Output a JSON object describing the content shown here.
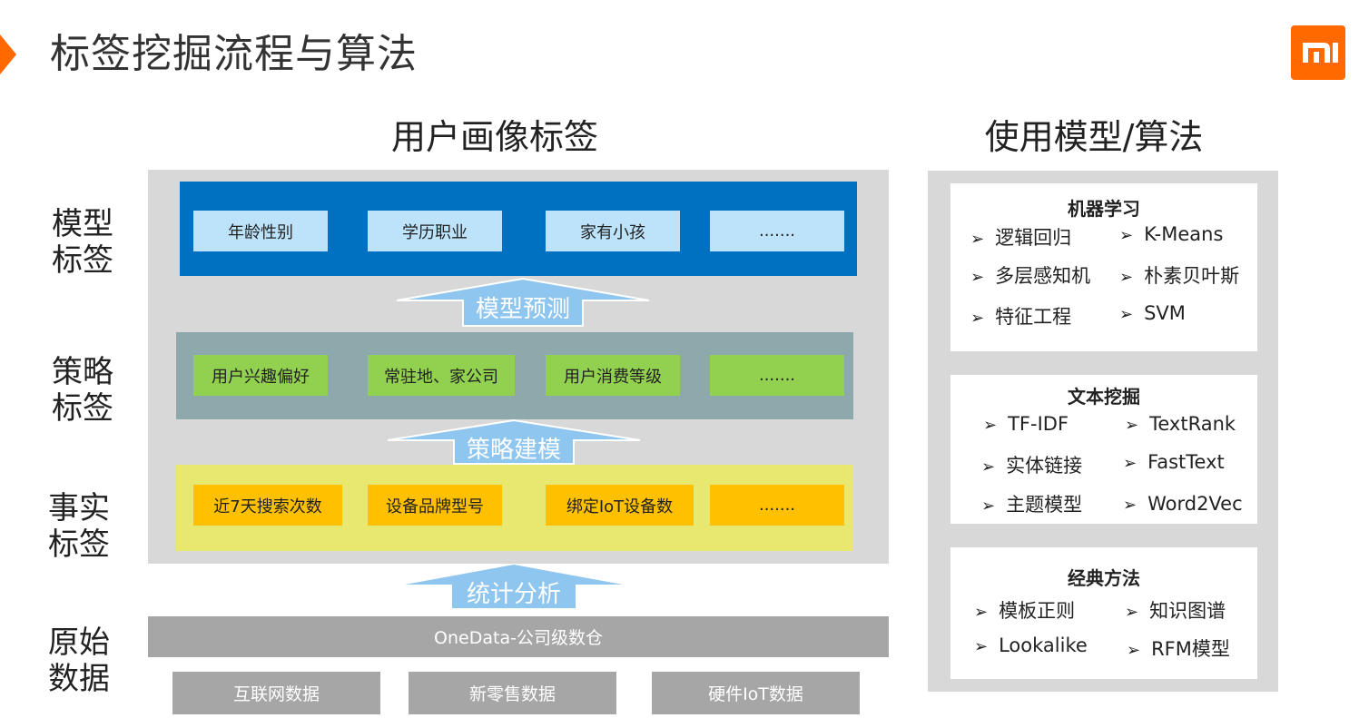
{
  "page": {
    "title": "标签挖掘流程与算法",
    "brand_color": "#ff6900"
  },
  "left": {
    "heading": "用户画像标签",
    "layers": {
      "model": {
        "label_line1": "模型",
        "label_line2": "标签",
        "color": "#0070c0",
        "box_color": "#bde3fb",
        "items": [
          "年龄性别",
          "学历职业",
          "家有小孩",
          "......."
        ]
      },
      "strategy": {
        "label_line1": "策略",
        "label_line2": "标签",
        "color": "#8ea9ab",
        "box_color": "#92d050",
        "items": [
          "用户兴趣偏好",
          "常驻地、家公司",
          "用户消费等级",
          "......."
        ]
      },
      "fact": {
        "label_line1": "事实",
        "label_line2": "标签",
        "color": "#e8e870",
        "box_color": "#ffc000",
        "items": [
          "近7天搜索次数",
          "设备品牌型号",
          "绑定IoT设备数",
          "......."
        ]
      },
      "raw": {
        "label_line1": "原始",
        "label_line2": "数据"
      }
    },
    "arrows": {
      "model_predict": "模型预测",
      "strategy_modeling": "策略建模",
      "stat_analysis": "统计分析"
    },
    "warehouse": "OneData-公司级数仓",
    "sources": [
      "互联网数据",
      "新零售数据",
      "硬件IoT数据"
    ]
  },
  "right": {
    "heading": "使用模型/算法",
    "ml": {
      "title": "机器学习",
      "items": [
        "逻辑回归",
        "K-Means",
        "多层感知机",
        "朴素贝叶斯",
        "特征工程",
        "SVM"
      ]
    },
    "text_mining": {
      "title": "文本挖掘",
      "items": [
        "TF-IDF",
        "TextRank",
        "实体链接",
        "FastText",
        "主题模型",
        "Word2Vec"
      ]
    },
    "classic": {
      "title": "经典方法",
      "items": [
        "模板正则",
        "知识图谱",
        "Lookalike",
        "RFM模型"
      ]
    },
    "bullet_glyph": "➢"
  }
}
